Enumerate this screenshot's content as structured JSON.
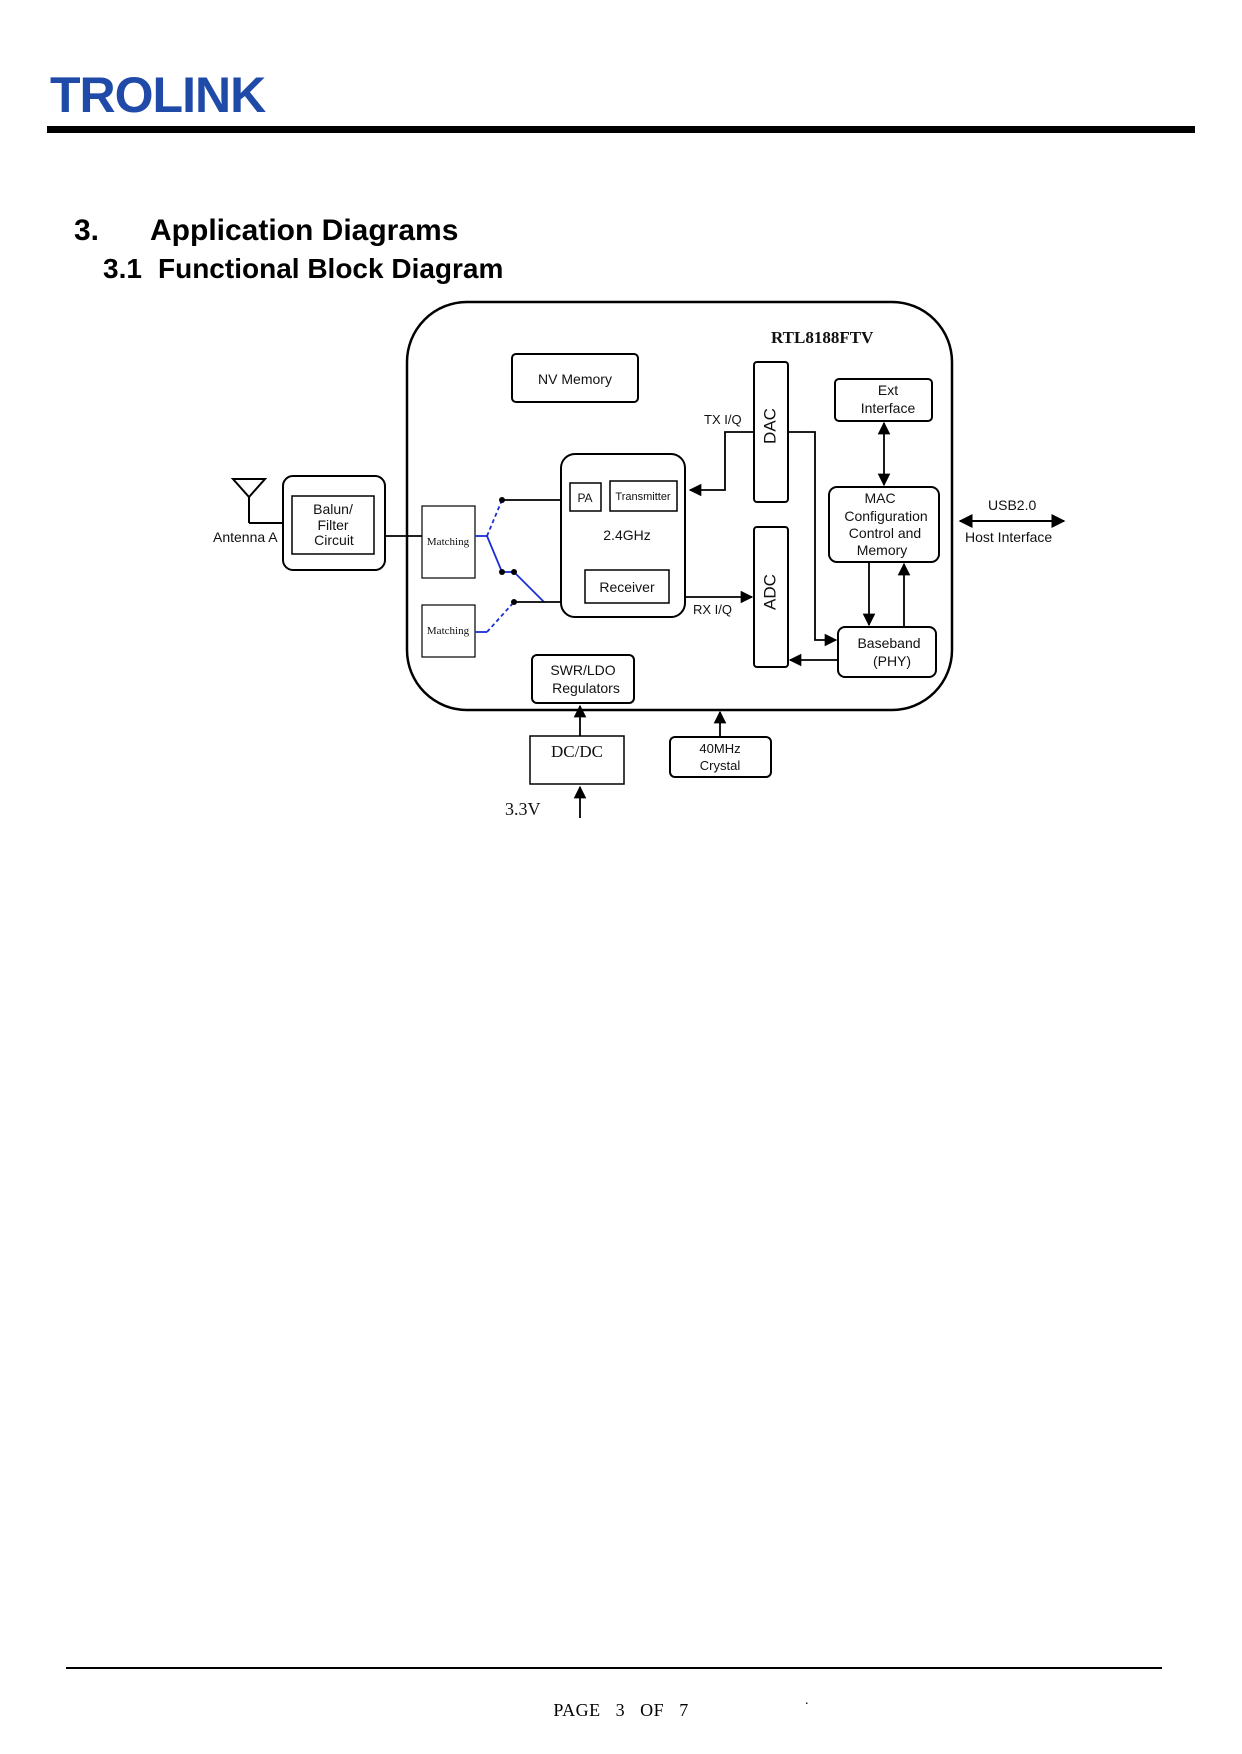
{
  "header": {
    "logo_text": "TROLINK",
    "logo_color": "#1f4aa8"
  },
  "section": {
    "number": "3.",
    "title": "Application Diagrams"
  },
  "subsection": {
    "number": "3.1",
    "title": "Functional Block Diagram"
  },
  "diagram": {
    "chip_label": "RTL8188FTV",
    "nv_memory": "NV Memory",
    "dac": "DAC",
    "adc": "ADC",
    "tx_iq": "TX I/Q",
    "rx_iq": "RX I/Q",
    "ext_interface": [
      "Ext",
      "Interface"
    ],
    "mac": [
      "MAC",
      "Configuration",
      "Control and",
      "Memory"
    ],
    "baseband": [
      "Baseband",
      "(PHY)"
    ],
    "pa": "PA",
    "transmitter": "Transmitter",
    "band": "2.4GHz",
    "receiver": "Receiver",
    "matching": "Matching",
    "balun": [
      "Balun/",
      "Filter",
      "Circuit"
    ],
    "antenna": "Antenna A",
    "usb": "USB2.0",
    "host_interface": "Host Interface",
    "regulators": [
      "SWR/LDO",
      "Regulators"
    ],
    "dcdc": "DC/DC",
    "crystal": [
      "40MHz",
      "Crystal"
    ],
    "supply": "3.3V",
    "switch_color": "#1a2fd6"
  },
  "footer": {
    "page_word": "PAGE",
    "page_number": "3",
    "of_word": "OF",
    "total_pages": "7",
    "mark": "."
  }
}
